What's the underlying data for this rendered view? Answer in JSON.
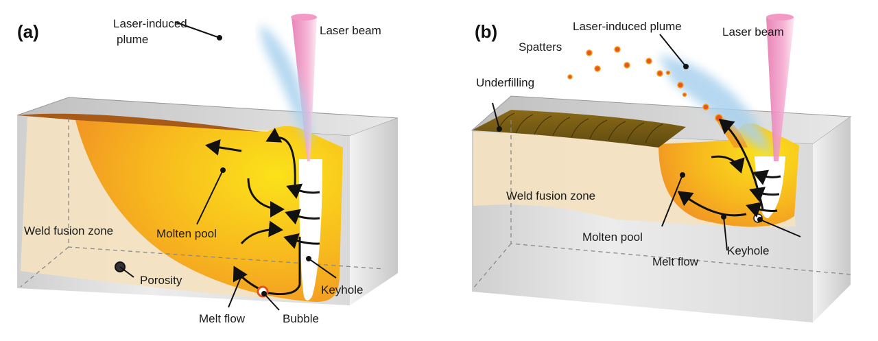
{
  "panels": [
    {
      "id": "a",
      "label": "(a)",
      "annotations": {
        "plume": [
          "Laser-induced",
          "plume"
        ],
        "laser_beam": "Laser beam",
        "weld_fusion_zone": "Weld fusion zone",
        "molten_pool": "Molten pool",
        "porosity": "Porosity",
        "melt_flow": "Melt flow",
        "bubble": "Bubble",
        "keyhole": "Keyhole"
      }
    },
    {
      "id": "b",
      "label": "(b)",
      "annotations": {
        "plume": "Laser-induced plume",
        "laser_beam": "Laser beam",
        "spatters": "Spatters",
        "underfilling": "Underfilling",
        "weld_fusion_zone": "Weld fusion zone",
        "molten_pool": "Molten pool",
        "melt_flow": "Melt flow",
        "keyhole": "Keyhole"
      }
    }
  ],
  "colors": {
    "molten_pool": "#f7b81c",
    "molten_pool_edge": "#ee8a22",
    "fusion_zone": "#f5e2be",
    "workpiece": "#d9d9d9",
    "laser": "#ef7fb4",
    "plume": "#a9d1ee",
    "spatter": "#e8561a",
    "underfill": "#7a5a14"
  }
}
